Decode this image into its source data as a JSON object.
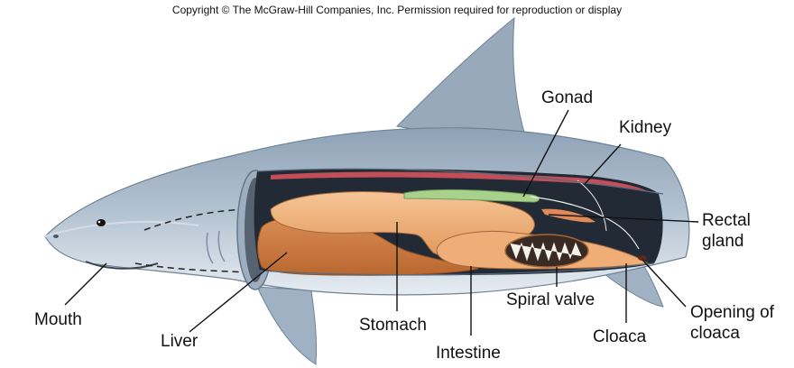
{
  "copyright": "Copyright © The McGraw-Hill Companies, Inc. Permission required for reproduction or display",
  "labels": {
    "gonad": "Gonad",
    "kidney": "Kidney",
    "rectal_gland": [
      "Rectal",
      "gland"
    ],
    "mouth": "Mouth",
    "liver": "Liver",
    "stomach": "Stomach",
    "intestine": "Intestine",
    "spiral_valve": "Spiral valve",
    "cloaca": "Cloaca",
    "opening_of_cloaca": [
      "Opening of",
      "cloaca"
    ]
  },
  "colors": {
    "shark_body": "#a9b9c9",
    "shark_belly": "#e4eaf0",
    "cavity": "#1f2630",
    "liver": "#cf7f46",
    "stomach": "#f0b27d",
    "gonad": "#a8d28c",
    "kidney": "#c0505a",
    "leader_line": "#111111"
  }
}
